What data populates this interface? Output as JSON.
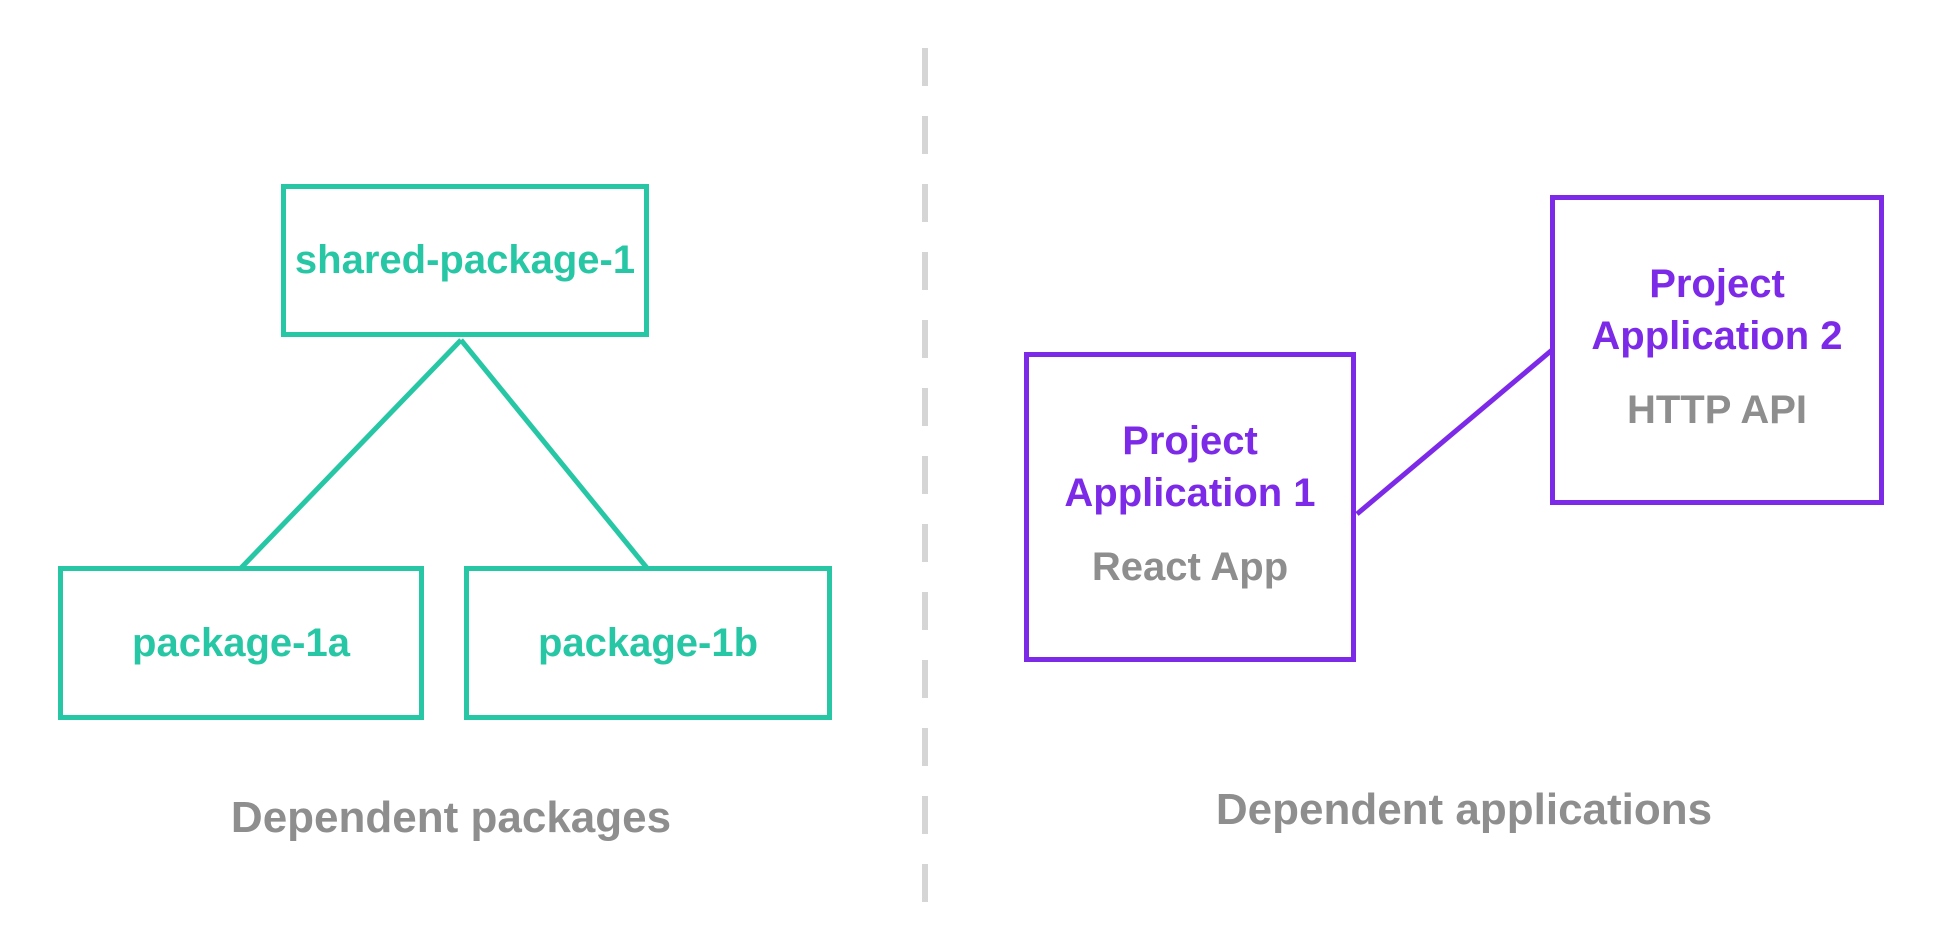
{
  "colors": {
    "teal": "#27c7a5",
    "purple": "#7c2ae8",
    "gray_text": "#8e8e8e",
    "divider": "#d5d5d5",
    "background": "#ffffff"
  },
  "left": {
    "caption": "Dependent packages",
    "shared_package": {
      "label": "shared-package-1"
    },
    "package_1a": {
      "label": "package-1a"
    },
    "package_1b": {
      "label": "package-1b"
    }
  },
  "right": {
    "caption": "Dependent applications",
    "app1": {
      "title_lines": [
        "Project",
        "Application 1"
      ],
      "subtitle": "React App"
    },
    "app2": {
      "title_lines": [
        "Project",
        "Application 2"
      ],
      "subtitle": "HTTP API"
    }
  }
}
